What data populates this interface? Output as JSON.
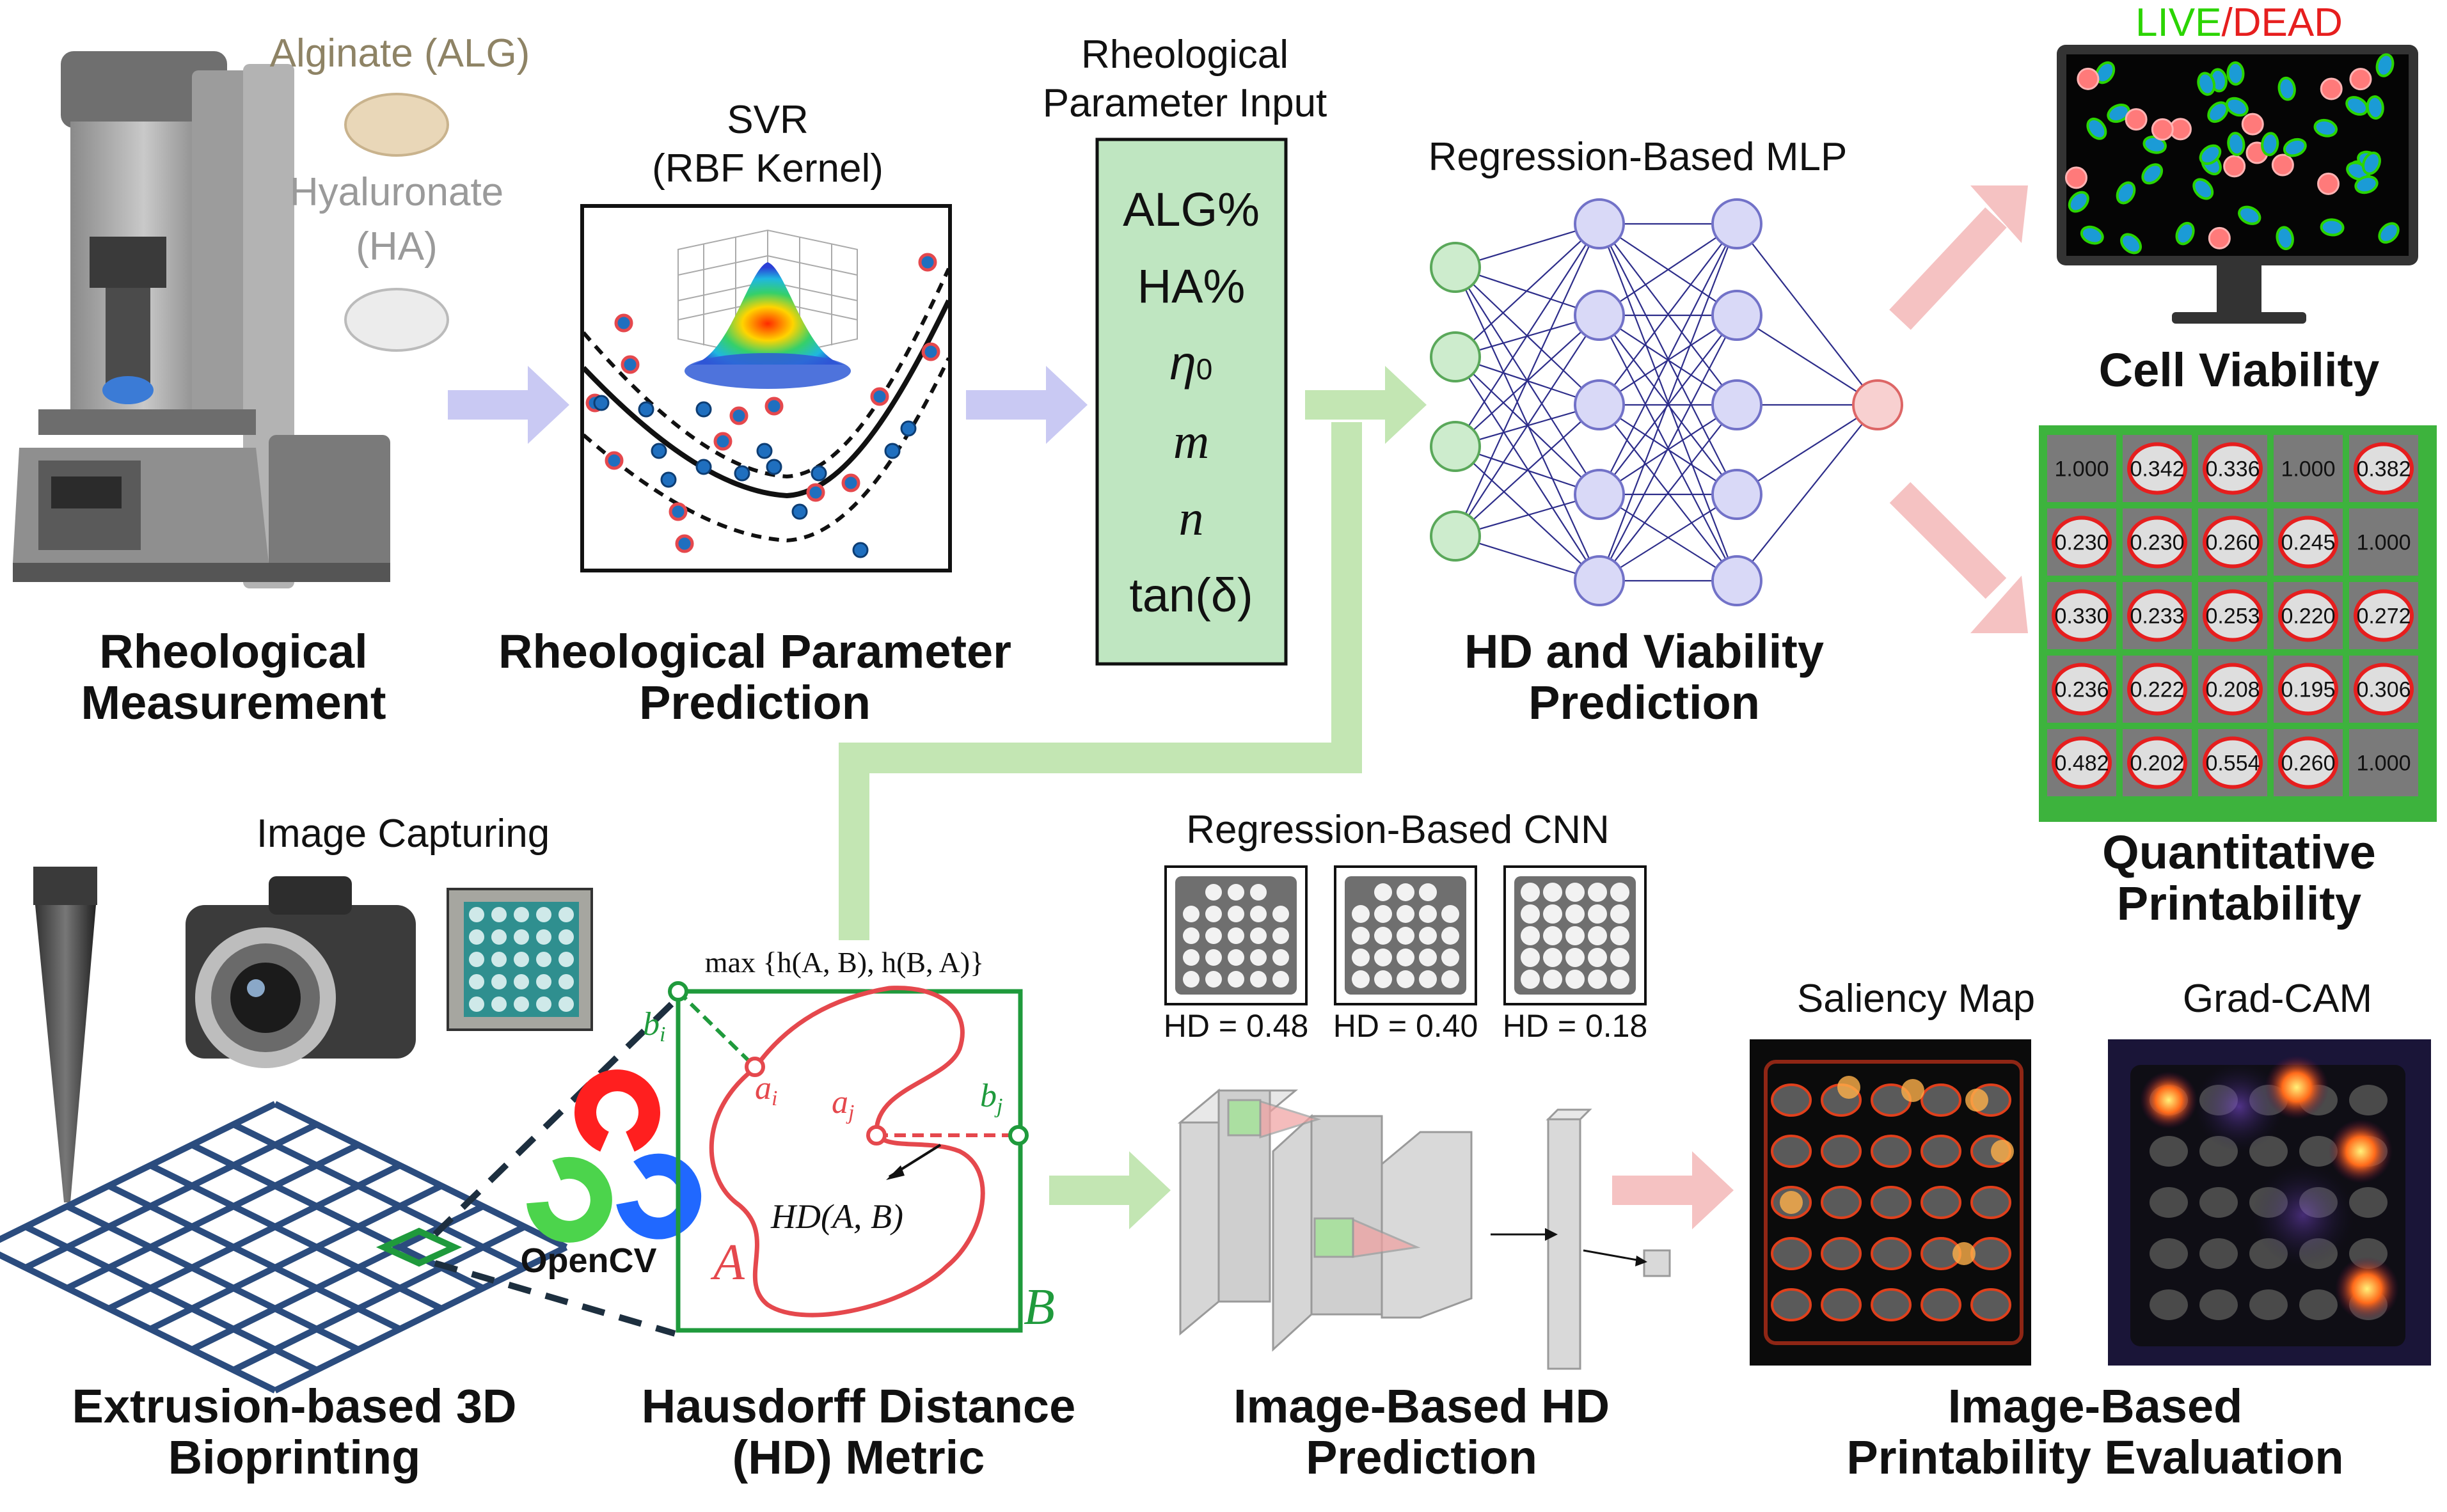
{
  "materials": {
    "alginate": "Alginate (ALG)",
    "hyaluronate_line1": "Hyaluronate",
    "hyaluronate_line2": "(HA)"
  },
  "rheo_measurement": {
    "line1": "Rheological",
    "line2": "Measurement"
  },
  "svr": {
    "line1": "SVR",
    "line2": "(RBF Kernel)"
  },
  "rheo_prediction": {
    "line1": "Rheological Parameter",
    "line2": "Prediction"
  },
  "param_input": {
    "title_line1": "Rheological",
    "title_line2": "Parameter Input",
    "items": [
      "ALG%",
      "HA%",
      "η",
      "m",
      "n",
      "tan(δ)"
    ],
    "eta_subscript": "0"
  },
  "mlp": {
    "title": "Regression-Based MLP"
  },
  "hd_viability": {
    "line1": "HD and Viability",
    "line2": "Prediction"
  },
  "live_dead": {
    "live": "LIVE",
    "slash": "/",
    "dead": "DEAD"
  },
  "cell_viability": "Cell Viability",
  "printability_grid": {
    "rows": [
      [
        "1.000",
        "0.342",
        "0.336",
        "1.000",
        "0.382"
      ],
      [
        "0.230",
        "0.230",
        "0.260",
        "0.245",
        "1.000"
      ],
      [
        "0.330",
        "0.233",
        "0.253",
        "0.220",
        "0.272"
      ],
      [
        "0.236",
        "0.222",
        "0.208",
        "0.195",
        "0.306"
      ],
      [
        "0.482",
        "0.202",
        "0.554",
        "0.260",
        "1.000"
      ]
    ]
  },
  "quant_printability": {
    "line1": "Quantitative",
    "line2": "Printability"
  },
  "image_capturing": "Image Capturing",
  "opencv": "OpenCV",
  "bioprinting": {
    "line1": "Extrusion-based 3D",
    "line2": "Bioprinting"
  },
  "hausdorff": {
    "formula": "max {h(A, B), h(B, A)}",
    "bi": "b",
    "bi_sub": "i",
    "ai": "a",
    "ai_sub": "i",
    "aj": "a",
    "aj_sub": "j",
    "bj": "b",
    "bj_sub": "j",
    "hd_label": "HD(A, B)",
    "set_a": "A",
    "set_b": "B",
    "line1": "Hausdorff Distance",
    "line2": "(HD) Metric"
  },
  "cnn": {
    "title": "Regression-Based CNN",
    "samples": [
      "HD = 0.48",
      "HD = 0.40",
      "HD = 0.18"
    ]
  },
  "image_hd": {
    "line1": "Image-Based HD",
    "line2": "Prediction"
  },
  "saliency": "Saliency Map",
  "gradcam": "Grad-CAM",
  "image_printability": {
    "line1": "Image-Based",
    "line2": "Printability Evaluation"
  },
  "colors": {
    "arrow_purple": "#c9c9f3",
    "arrow_green": "#c3e6b3",
    "arrow_red": "#f5c2c2",
    "param_box": "#bfe6c1",
    "node_green": "#cdeccd",
    "node_purple": "#d9d9f7",
    "node_red": "#f8d0d0",
    "red": "#e5484d",
    "green": "#1f9a3c",
    "live_green": "#2bd400",
    "dead_red": "#e61e1e"
  }
}
